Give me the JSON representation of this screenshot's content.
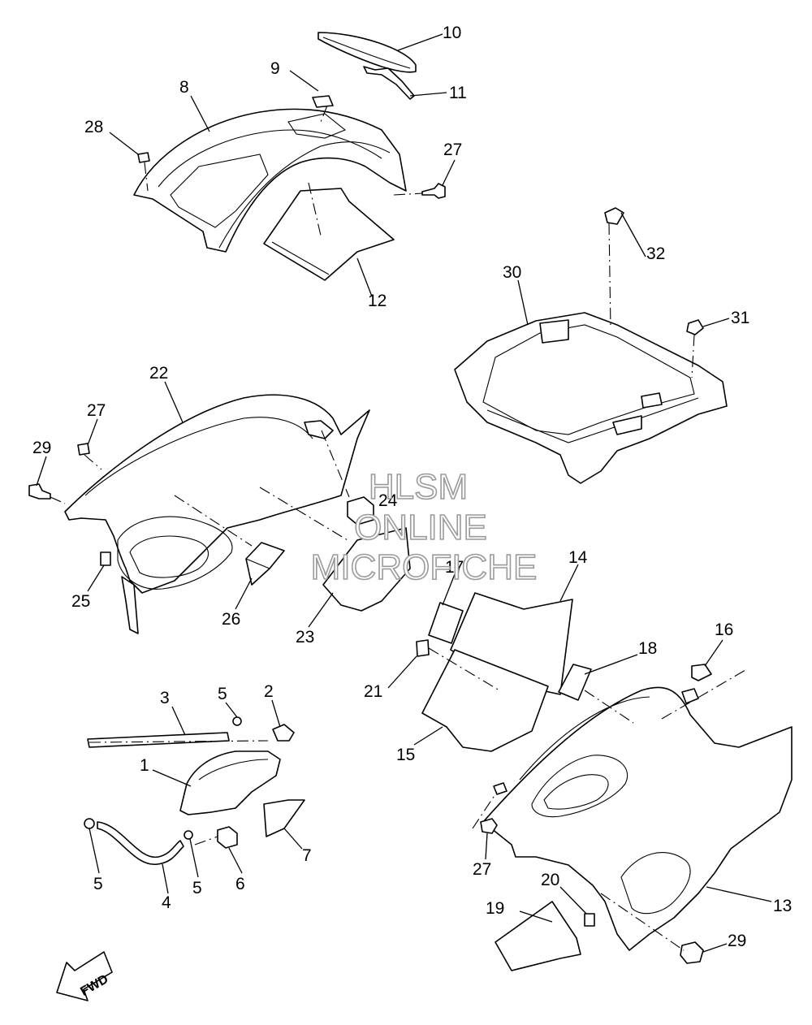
{
  "callouts": [
    "10",
    "11",
    "9",
    "8",
    "28",
    "27",
    "12",
    "32",
    "30",
    "31",
    "22",
    "27",
    "29",
    "24",
    "25",
    "26",
    "23",
    "14",
    "17",
    "18",
    "16",
    "21",
    "15",
    "3",
    "5",
    "2",
    "1",
    "7",
    "5",
    "4",
    "5",
    "6",
    "27",
    "20",
    "13",
    "19",
    "29"
  ],
  "watermark": {
    "line1": "HLSM",
    "line2": "ONLINE",
    "line3": "MICROFICHE"
  },
  "direction_arrow": {
    "label": "FWD",
    "icon": "fwd-arrow-icon"
  }
}
